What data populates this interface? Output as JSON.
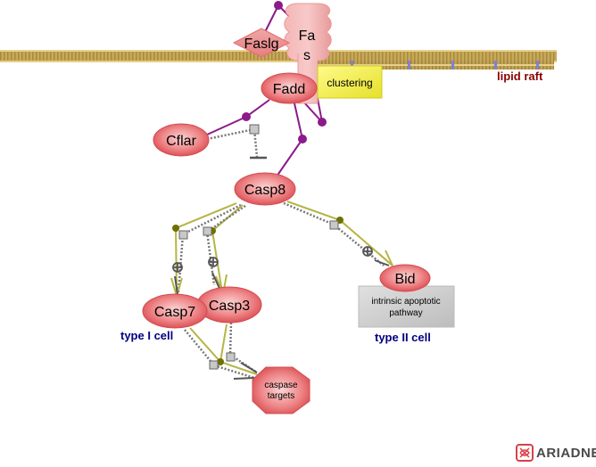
{
  "diagram": {
    "title": "Fas signaling pathway",
    "membrane": {
      "label": "lipid raft",
      "color": "#c8a95a"
    },
    "nodes": {
      "fasl": {
        "label": "Fasl g",
        "display": "Faslg",
        "shape": "diamond",
        "color": "#e98a8a"
      },
      "fas": {
        "label_line1": "Fa",
        "label_line2": "s",
        "shape": "receptor",
        "color": "#f3a9a9"
      },
      "clustering": {
        "label": "clustering",
        "shape": "rectangle",
        "color": "#f2ef3a"
      },
      "fadd": {
        "label": "Fadd",
        "shape": "ellipse"
      },
      "cflar": {
        "label": "Cflar",
        "shape": "ellipse"
      },
      "casp8": {
        "label": "Casp8",
        "shape": "ellipse"
      },
      "casp7": {
        "label": "Casp7",
        "shape": "ellipse"
      },
      "casp3": {
        "label": "Casp3",
        "shape": "ellipse"
      },
      "bid": {
        "label": "Bid",
        "shape": "ellipse"
      },
      "intrinsic": {
        "label_line1": "intrinsic apoptotic",
        "label_line2": "pathway",
        "shape": "rectangle",
        "color": "#cccccc"
      },
      "caspase_targets": {
        "label_line1": "caspase",
        "label_line2": "targets",
        "shape": "octagon"
      }
    },
    "annotations": {
      "type1": "type I cell",
      "type2": "type II cell"
    },
    "edges": [
      {
        "from": "fasl",
        "to": "fas",
        "type": "binding"
      },
      {
        "from": "fas",
        "to": "fadd",
        "type": "binding"
      },
      {
        "from": "fadd",
        "to": "cflar",
        "type": "binding"
      },
      {
        "from": "fadd",
        "to": "casp8",
        "type": "binding"
      },
      {
        "from": "cflar",
        "to": "casp8",
        "type": "inhibition"
      },
      {
        "from": "casp8",
        "to": "casp7",
        "type": "cleavage-activation"
      },
      {
        "from": "casp8",
        "to": "casp3",
        "type": "cleavage-activation"
      },
      {
        "from": "casp8",
        "to": "bid",
        "type": "cleavage-activation"
      },
      {
        "from": "casp7",
        "to": "caspase_targets",
        "type": "cleavage"
      },
      {
        "from": "casp3",
        "to": "caspase_targets",
        "type": "cleavage"
      }
    ],
    "colors": {
      "ellipse_fill": "#e8676b",
      "binding_edge": "#8b1a8b",
      "activation_edge": "#b5b545",
      "dotted_edge": "#666666",
      "modifier_node": "#707000"
    }
  },
  "logo": {
    "text": "ARIADNE"
  }
}
